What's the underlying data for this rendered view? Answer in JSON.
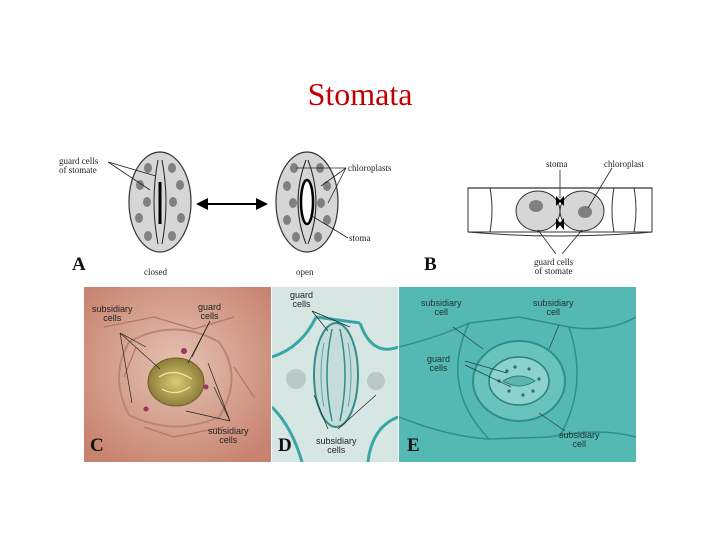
{
  "title": "Stomata",
  "panel_a": {
    "letter": "A",
    "guard_cells_label": [
      "guard cells",
      "of stomate"
    ],
    "chloroplasts_label": "chloroplasts",
    "stoma_label": "stoma",
    "closed_label": "closed",
    "open_label": "open"
  },
  "panel_b": {
    "letter": "B",
    "stoma_label": "stoma",
    "chloroplast_label": "chloroplast",
    "guard_cells_label": [
      "guard cells",
      "of stomate"
    ]
  },
  "panel_c": {
    "letter": "C",
    "subsidiary_cells_label": [
      "subsidiary",
      "cells"
    ],
    "guard_cells_label": [
      "guard",
      "cells"
    ],
    "subsidiary_cells_bottom_label": [
      "subsidiary",
      "cells"
    ]
  },
  "panel_d": {
    "letter": "D",
    "guard_cells_label": [
      "guard",
      "cells"
    ],
    "subsidiary_cells_label": [
      "subsidiary",
      "cells"
    ]
  },
  "panel_e": {
    "letter": "E",
    "subsidiary_cell_left_label": [
      "subsidiary",
      "cell"
    ],
    "subsidiary_cell_right_label": [
      "subsidiary",
      "cell"
    ],
    "guard_cells_label": [
      "guard",
      "cells"
    ],
    "subsidiary_cell_bottom_label": [
      "subsidiary",
      "cell"
    ]
  },
  "colors": {
    "title": "#c00000",
    "photo_c_bg": "#d59c8c",
    "photo_d_bg": "#cfe3e0",
    "photo_e_bg": "#4fb6b0",
    "cell_gray": "#d8d8d8",
    "chloroplast_gray": "#8a8a8a"
  }
}
